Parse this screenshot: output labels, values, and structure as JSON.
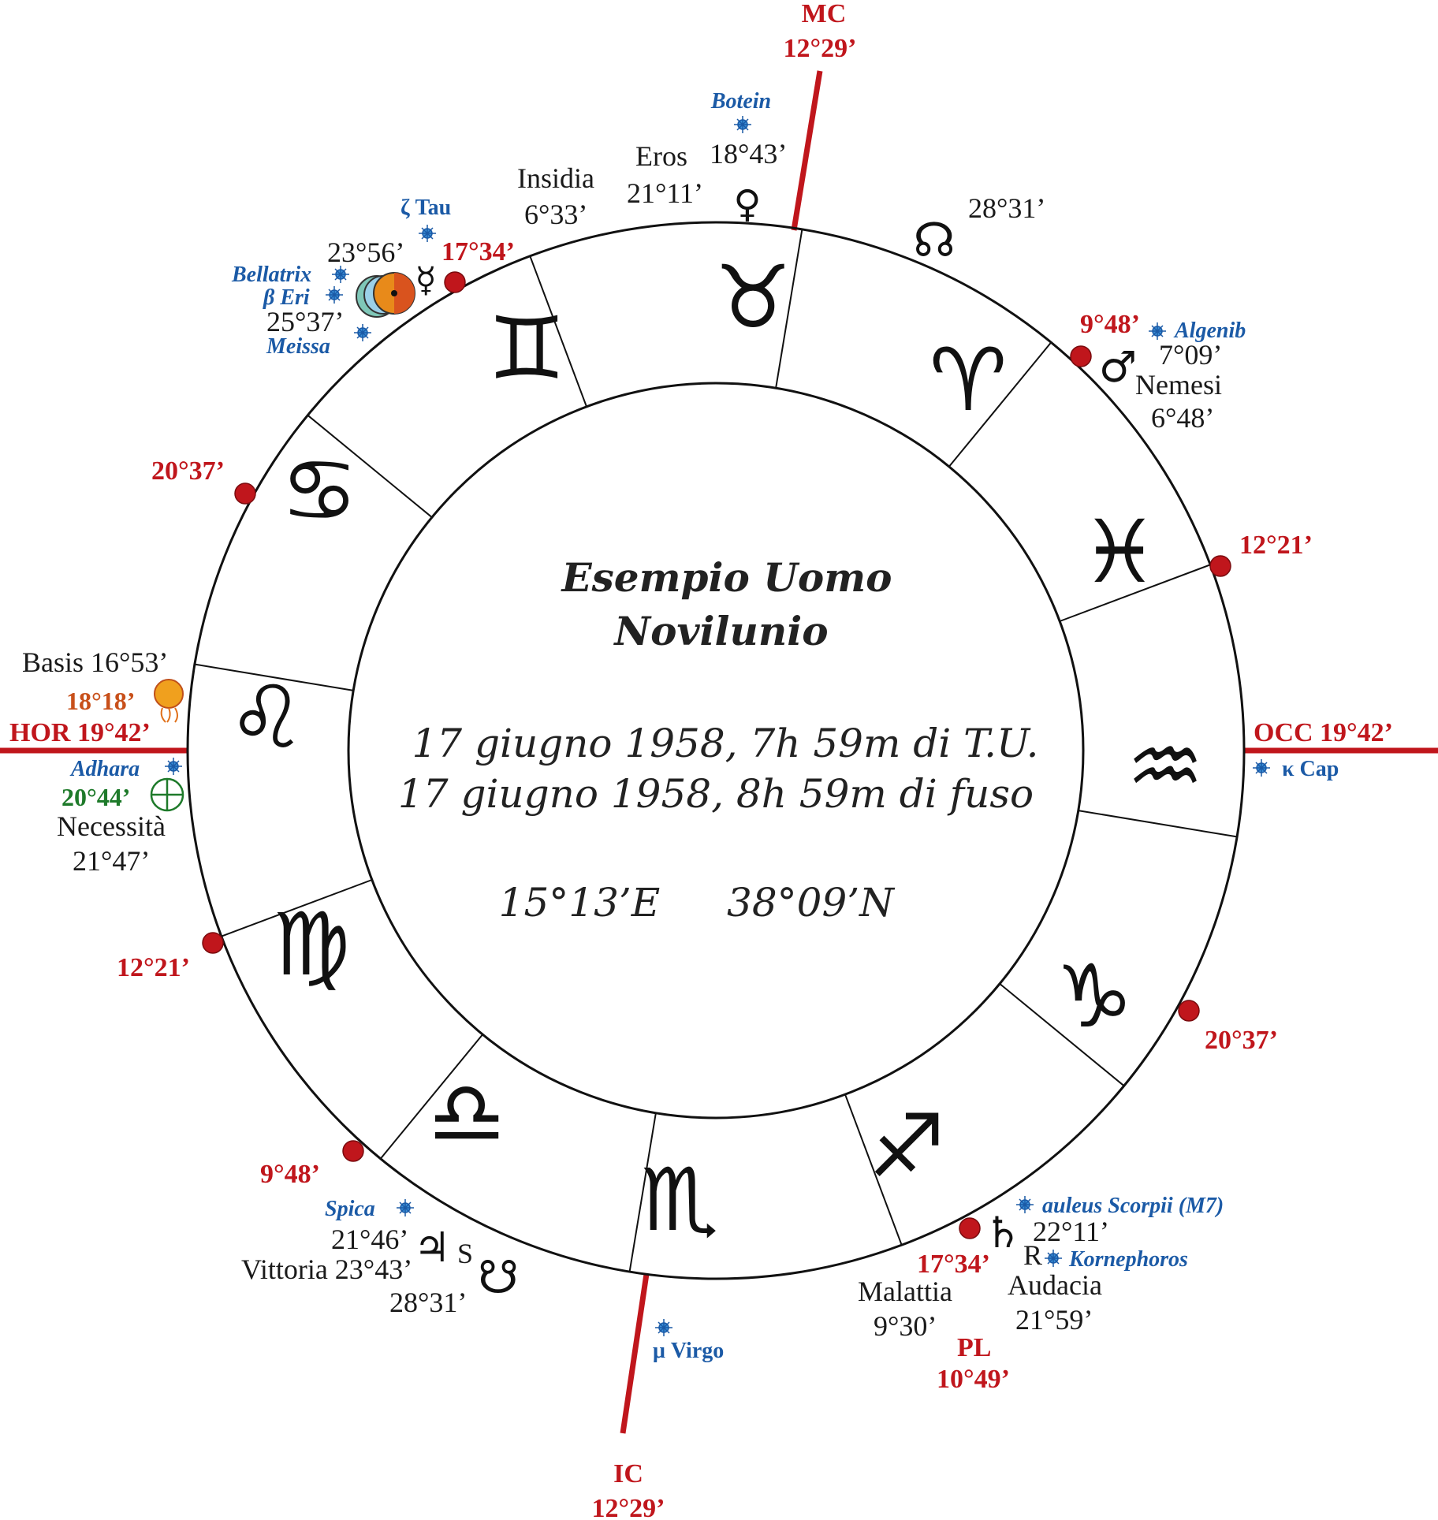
{
  "title": {
    "line1": "Esempio Uomo",
    "line2": "Novilunio"
  },
  "datetime": {
    "ut": "17 giugno 1958, 7h 59m di T.U.",
    "local": "17 giugno 1958, 8h 59m di fuso"
  },
  "coords": {
    "lon": "15°13’E",
    "lat": "38°09’N"
  },
  "angles": {
    "mc_label": "MC",
    "mc_value": "12°29’",
    "ic_label": "IC",
    "ic_value": "12°29’",
    "hor": "HOR 19°42’",
    "occ": "OCC 19°42’"
  },
  "signs": {
    "taurus": "♉",
    "aries": "♈",
    "pisces": "♓",
    "aquarius": "♒",
    "capricorn": "♑",
    "sagittarius": "♐",
    "scorpio": "♏",
    "libra": "♎",
    "virgo": "♍",
    "leo": "♌",
    "cancer": "♋",
    "gemini": "♊"
  },
  "cusps": {
    "c_gemini": "17°34’",
    "c_aries": "9°48’",
    "c_pisces": "12°21’",
    "c_cancer": "20°37’",
    "c_virgo": "12°21’",
    "c_capricorn": "20°37’",
    "c_libra": "9°48’",
    "c_sagittarius": "17°34’"
  },
  "points": {
    "botein": "Botein",
    "eros": "Eros",
    "eros_deg": "18°43’",
    "venus_deg": "21°11’",
    "insidia": "Insidia",
    "insidia_deg": "6°33’",
    "node_top_deg": "28°31’",
    "zeta_tau": "ζ Tau",
    "mercury_deg": "23°56’",
    "bellatrix": "Bellatrix",
    "beta_eri": "β Eri",
    "luni_deg": "25°37’",
    "meissa": "Meissa",
    "algenib": "Algenib",
    "mars_deg": "7°09’",
    "nemesi": "Nemesi",
    "nemesi_deg": "6°48’",
    "basis": "Basis 16°53’",
    "sun_deg": "18°18’",
    "adhara": "Adhara",
    "fortune_deg": "20°44’",
    "necessita": "Necessità",
    "necessita_deg": "21°47’",
    "kappa_cap": "κ Cap",
    "spica": "Spica",
    "jupiter_deg": "21°46’",
    "vittoria": "Vittoria 23°43’",
    "node_bottom_deg": "28°31’",
    "jupiter_s": "S",
    "mu_virgo": "μ Virgo",
    "aculeus": "auleus Scorpii (M7)",
    "saturn_deg": "22°11’",
    "retro": "R",
    "kornephoros": "Kornephoros",
    "audacia": "Audacia",
    "audacia_deg": "21°59’",
    "malattia": "Malattia",
    "malattia_deg": "9°30’",
    "pl": "PL",
    "pl_deg": "10°49’"
  },
  "colors": {
    "red": "#c0161c",
    "blue": "#1b5aa6",
    "black": "#1a1a1a",
    "orange": "#e28a1a",
    "green": "#1e7a2a"
  }
}
